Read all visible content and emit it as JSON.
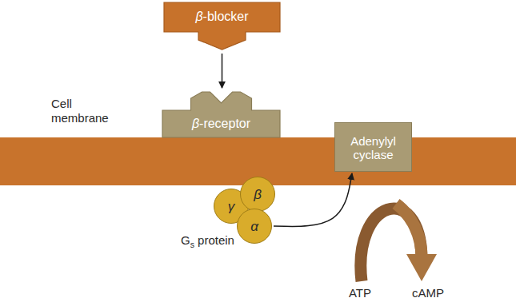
{
  "diagram": {
    "nodes": [
      {
        "text": [
          "β-blocker"
        ]
      },
      {
        "text": [
          "β-receptor"
        ]
      },
      {
        "text": [
          "Adenylyl cyclase"
        ]
      },
      {
        "text": [
          "γ"
        ]
      },
      {
        "text": [
          "β"
        ]
      },
      {
        "text": [
          "α"
        ]
      }
    ],
    "edges": [
      {
        "from": 0,
        "to": 1,
        "arrow": "to"
      },
      {
        "from": 5,
        "to": 2,
        "arrow": "to"
      }
    ],
    "labels": [
      "Cell membrane",
      "Gs protein",
      "ATP",
      "cAMP"
    ]
  }
}
